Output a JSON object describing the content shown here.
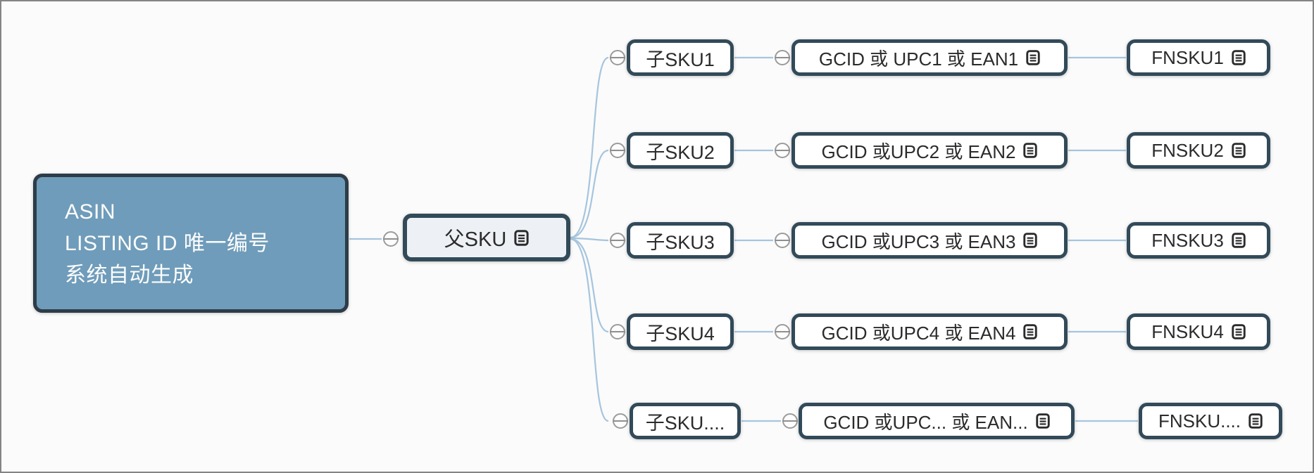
{
  "diagram": {
    "root": {
      "lines": [
        "ASIN",
        "LISTING ID 唯一编号",
        "系统自动生成"
      ]
    },
    "parent": {
      "label": "父SKU",
      "icon": "notes-icon"
    },
    "rows": [
      {
        "child": "子SKU1",
        "code": "GCID 或 UPC1 或 EAN1",
        "fnsku": "FNSKU1"
      },
      {
        "child": "子SKU2",
        "code": "GCID 或UPC2 或 EAN2",
        "fnsku": "FNSKU2"
      },
      {
        "child": "子SKU3",
        "code": "GCID 或UPC3 或 EAN3",
        "fnsku": "FNSKU3"
      },
      {
        "child": "子SKU4",
        "code": "GCID 或UPC4 或 EAN4",
        "fnsku": "FNSKU4"
      },
      {
        "child": "子SKU....",
        "code": "GCID 或UPC... 或 EAN...",
        "fnsku": "FNSKU...."
      }
    ],
    "icons": {
      "notes": "notes-icon",
      "collapse": "collapse-minus-icon"
    },
    "colors": {
      "root_fill": "#6f9cba",
      "root_border": "#2d3c48",
      "node_border": "#324a59",
      "parent_fill": "#edf1f5",
      "node_fill": "#ffffff",
      "connector": "#a6c5de",
      "collapse_stroke": "#9b9b9b",
      "canvas": "#fbfbfb",
      "frame_border": "#848484"
    }
  }
}
